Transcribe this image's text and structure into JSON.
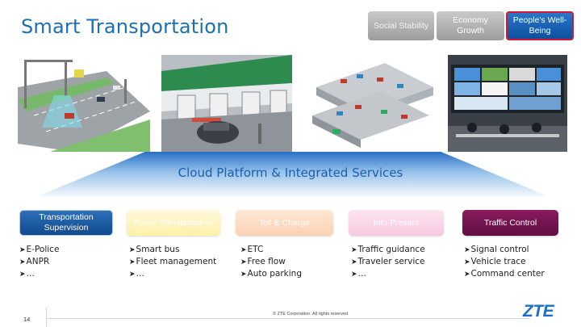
{
  "header": {
    "title": "Smart Transportation"
  },
  "value_tags": [
    {
      "label": "Social Stability",
      "style": "grey",
      "color": "#a9a9a9"
    },
    {
      "label": "Economy Growth",
      "style": "grey",
      "color": "#a9a9a9"
    },
    {
      "label": "People's Well-Being",
      "style": "blue",
      "color": "#1660b4",
      "border": "#d0192a"
    }
  ],
  "platform": {
    "label": "Cloud Platform & Integrated Services",
    "color": "#1c68c2"
  },
  "categories": [
    {
      "label": "Transportation Supervision",
      "color": "#1a5799",
      "items": [
        "E-Police",
        "ANPR",
        "…"
      ]
    },
    {
      "label": "Public Transportation",
      "color": "#fff2b3",
      "items": [
        "Smart bus",
        "Fleet management",
        "…"
      ]
    },
    {
      "label": "Toll & Charge",
      "color": "#fbd9c0",
      "items": [
        "ETC",
        "Free flow",
        "Auto parking"
      ]
    },
    {
      "label": "Info Present",
      "color": "#f9d3e6",
      "items": [
        "Traffic guidance",
        "Traveler service",
        "…"
      ]
    },
    {
      "label": "Traffic Control",
      "color": "#73164f",
      "items": [
        "Signal control",
        "Vehicle trace",
        "Command center"
      ]
    }
  ],
  "bullet_glyph": "➤",
  "footer": {
    "page_number": "14",
    "copyright": "© ZTE Corporation. All rights reserved",
    "logo": "ZTE",
    "logo_color": "#1d6fc4"
  }
}
